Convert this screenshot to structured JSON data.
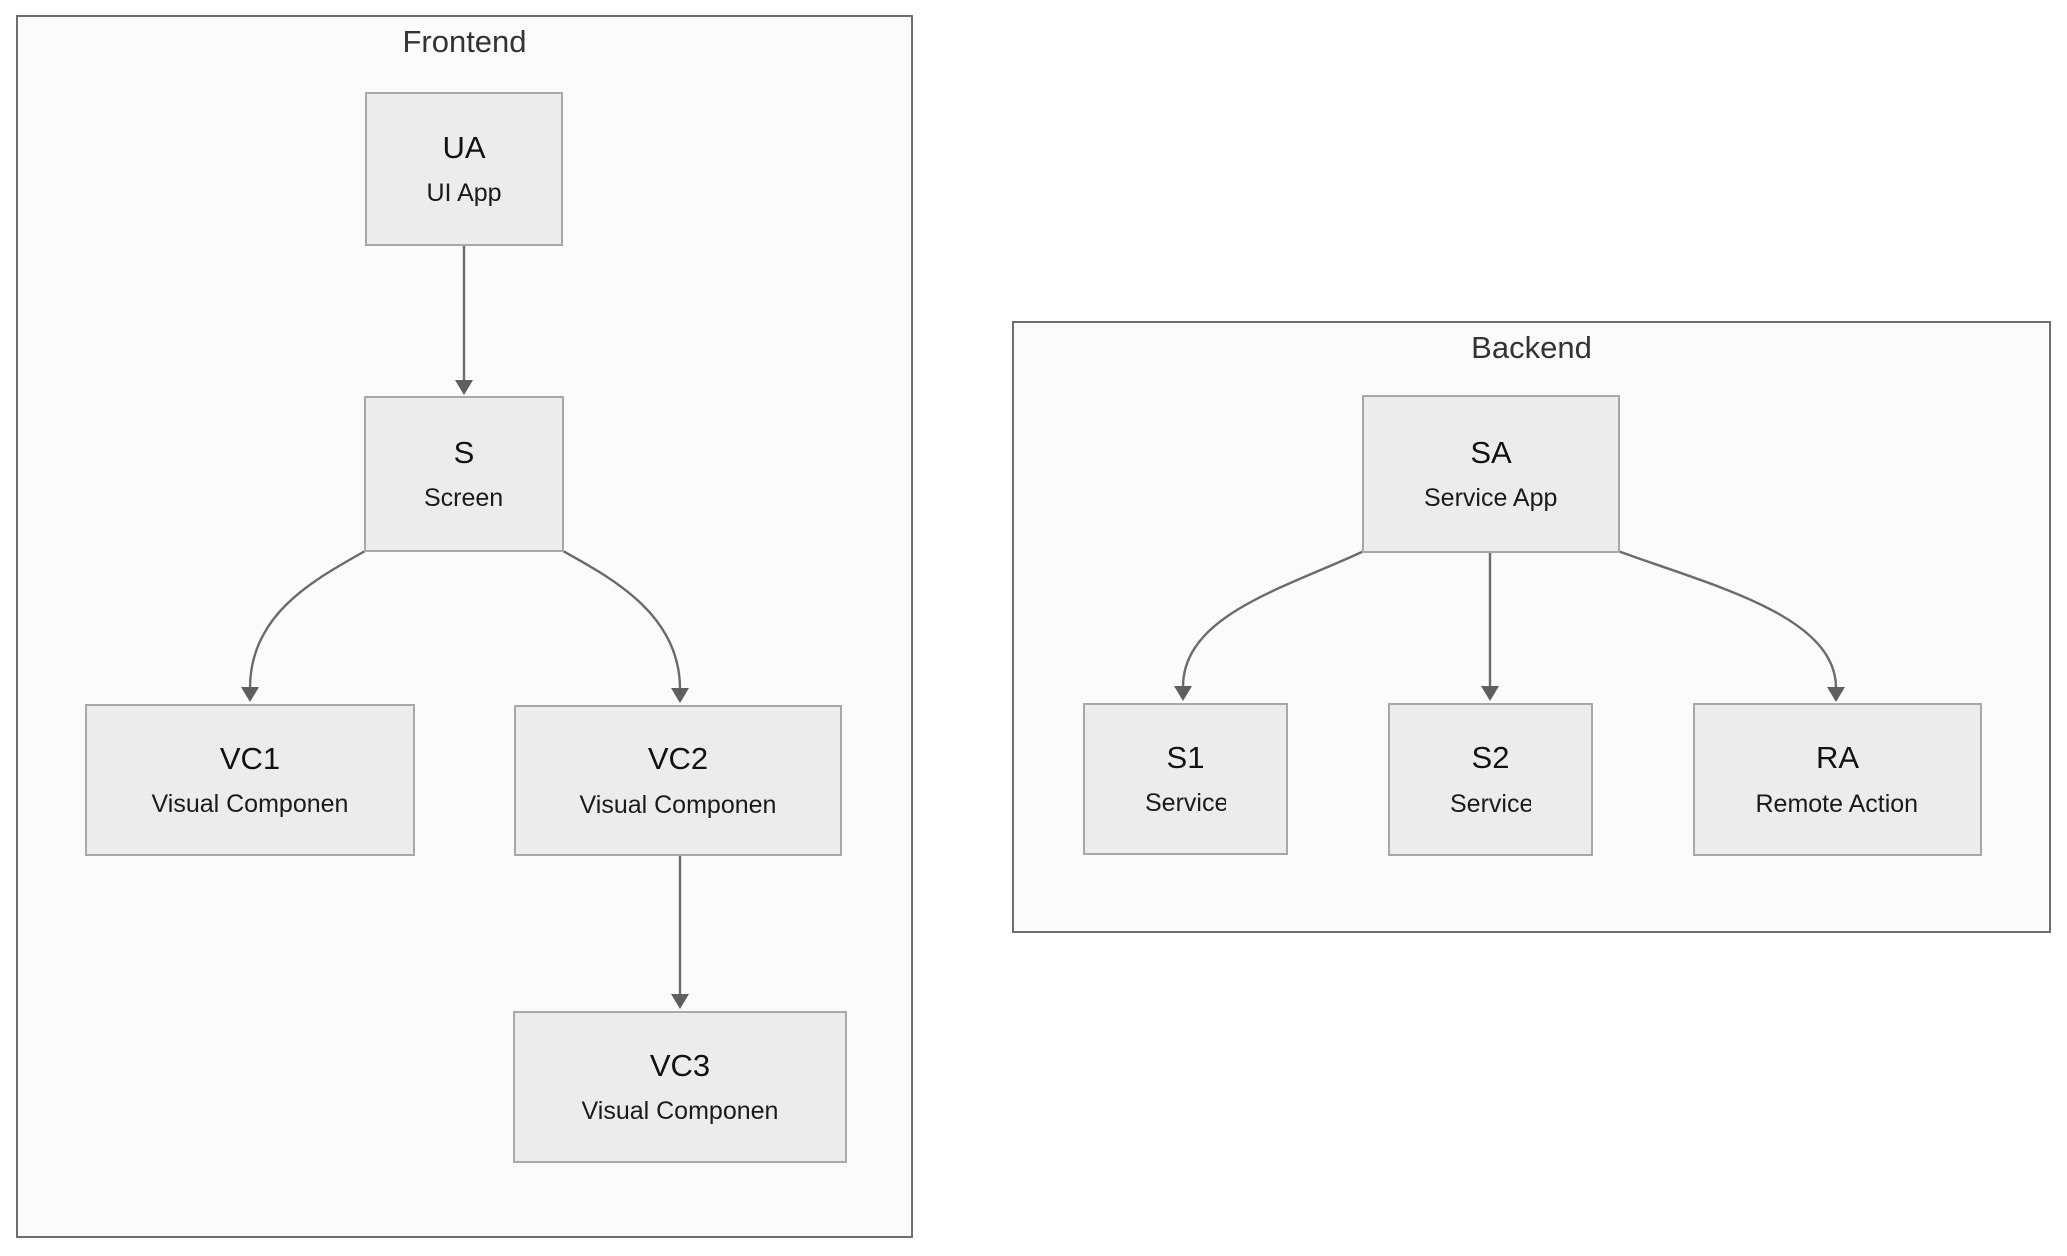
{
  "diagram": {
    "containers": [
      {
        "id": "frontend",
        "label": "Frontend"
      },
      {
        "id": "backend",
        "label": "Backend"
      }
    ],
    "nodes": [
      {
        "id": "UA",
        "title": "UA",
        "subtitle": "UI App"
      },
      {
        "id": "S",
        "title": "S",
        "subtitle": "Screen"
      },
      {
        "id": "VC1",
        "title": "VC1",
        "subtitle": "Visual Componen"
      },
      {
        "id": "VC2",
        "title": "VC2",
        "subtitle": "Visual Componen"
      },
      {
        "id": "VC3",
        "title": "VC3",
        "subtitle": "Visual Componen"
      },
      {
        "id": "SA",
        "title": "SA",
        "subtitle": "Service App"
      },
      {
        "id": "S1",
        "title": "S1",
        "subtitle": "Service"
      },
      {
        "id": "S2",
        "title": "S2",
        "subtitle": "Service"
      },
      {
        "id": "RA",
        "title": "RA",
        "subtitle": "Remote Action"
      }
    ],
    "edges": [
      {
        "from": "UA",
        "to": "S"
      },
      {
        "from": "S",
        "to": "VC1"
      },
      {
        "from": "S",
        "to": "VC2"
      },
      {
        "from": "VC2",
        "to": "VC3"
      },
      {
        "from": "SA",
        "to": "S1"
      },
      {
        "from": "SA",
        "to": "S2"
      },
      {
        "from": "SA",
        "to": "RA"
      }
    ],
    "colors": {
      "background": "#ffffff",
      "node_fill": "#ececec",
      "node_border": "#a8a8a8",
      "container_fill": "#fbfbfb",
      "container_border": "#6e6e6e",
      "edge": "#6b6b6b",
      "arrowhead": "#5f5f5f",
      "node_text": "#111111",
      "container_label_text": "#333333"
    }
  }
}
